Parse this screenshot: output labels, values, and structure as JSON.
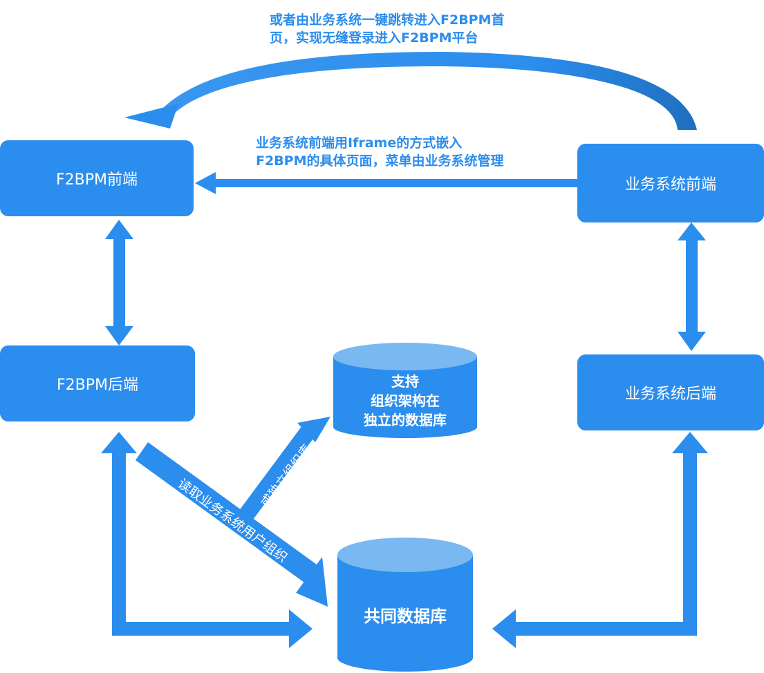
{
  "top_caption": {
    "line1": "或者由业务系统一键跳转进入F2BPM首",
    "line2": "页，实现无缝登录进入F2BPM平台"
  },
  "mid_caption": {
    "line1": "业务系统前端用Iframe的方式嵌入",
    "line2": "F2BPM的具体页面，菜单由业务系统管理"
  },
  "nodes": {
    "f2bpm_front": "F2BPM前端",
    "f2bpm_back": "F2BPM后端",
    "biz_front": "业务系统前端",
    "biz_back": "业务系统后端"
  },
  "databases": {
    "independent": {
      "line1": "支持",
      "line2": "组织架构在",
      "line3": "独立的数据库"
    },
    "shared": "共同数据库"
  },
  "arrow_labels": {
    "read_org": "读取业务系统用户组织",
    "independent_org": "或独立组织库"
  },
  "colors": {
    "primary": "#2b8ded",
    "db_top": "#7ab8f2",
    "curve_dark": "#1f6fbf"
  }
}
